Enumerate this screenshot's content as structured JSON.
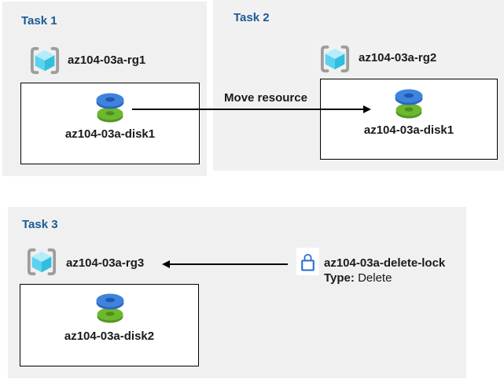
{
  "diagram": {
    "tasks": [
      {
        "title": "Task 1",
        "resource_group": "az104-03a-rg1",
        "disk": "az104-03a-disk1"
      },
      {
        "title": "Task 2",
        "resource_group": "az104-03a-rg2",
        "disk": "az104-03a-disk1"
      },
      {
        "title": "Task 3",
        "resource_group": "az104-03a-rg3",
        "disk": "az104-03a-disk2"
      }
    ],
    "move_arrow_label": "Move resource",
    "lock": {
      "name": "az104-03a-delete-lock",
      "type_label": "Type:",
      "type_value": "Delete"
    },
    "icons": {
      "resource_group": "resource-group-icon",
      "disk": "managed-disk-icon",
      "lock": "lock-icon"
    },
    "colors": {
      "panel_bg": "#f0f0f0",
      "title_blue": "#1a5a96",
      "text": "#1a1a1a",
      "box_border": "#000000",
      "lock_blue": "#2b6bd4",
      "disk_blue_top": "#3f83dc",
      "disk_blue_side": "#2d66bf",
      "disk_blue_hole": "#1f58b0",
      "disk_green_top": "#6cb82e",
      "disk_green_side": "#549620",
      "disk_green_hole": "#4e8d1d",
      "cube_top": "#b5ecfa",
      "cube_left": "#5bd2ef",
      "cube_right": "#31bede",
      "bracket_gray": "#9d9d9d"
    }
  }
}
